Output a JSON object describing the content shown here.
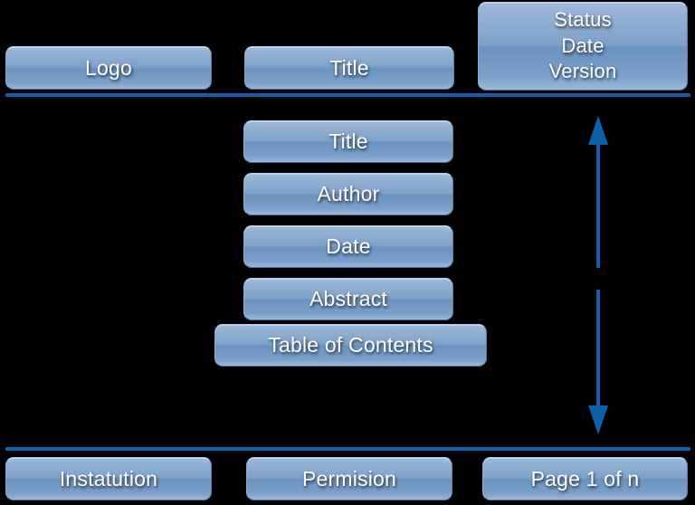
{
  "page": {
    "background_color": "#000000",
    "accent_color": "#0e5fa8",
    "chip_gradient_top": "#9fbada",
    "chip_gradient_bottom": "#6b91bf",
    "text_color": "#ffffff"
  },
  "header": {
    "logo_label": "Logo",
    "title_label": "Title",
    "meta_lines": [
      "Status",
      "Date",
      "Version"
    ]
  },
  "body": {
    "blocks": [
      {
        "label": "Title"
      },
      {
        "label": "Author"
      },
      {
        "label": "Date"
      },
      {
        "label": "Abstract"
      },
      {
        "label": "Table of Contents"
      }
    ]
  },
  "footer": {
    "institution_label": "Instatution",
    "permission_label": "Permision",
    "page_label": "Page 1 of n"
  },
  "annotations": {
    "vertical_extent_arrow": "double-headed-vertical-arrow"
  }
}
